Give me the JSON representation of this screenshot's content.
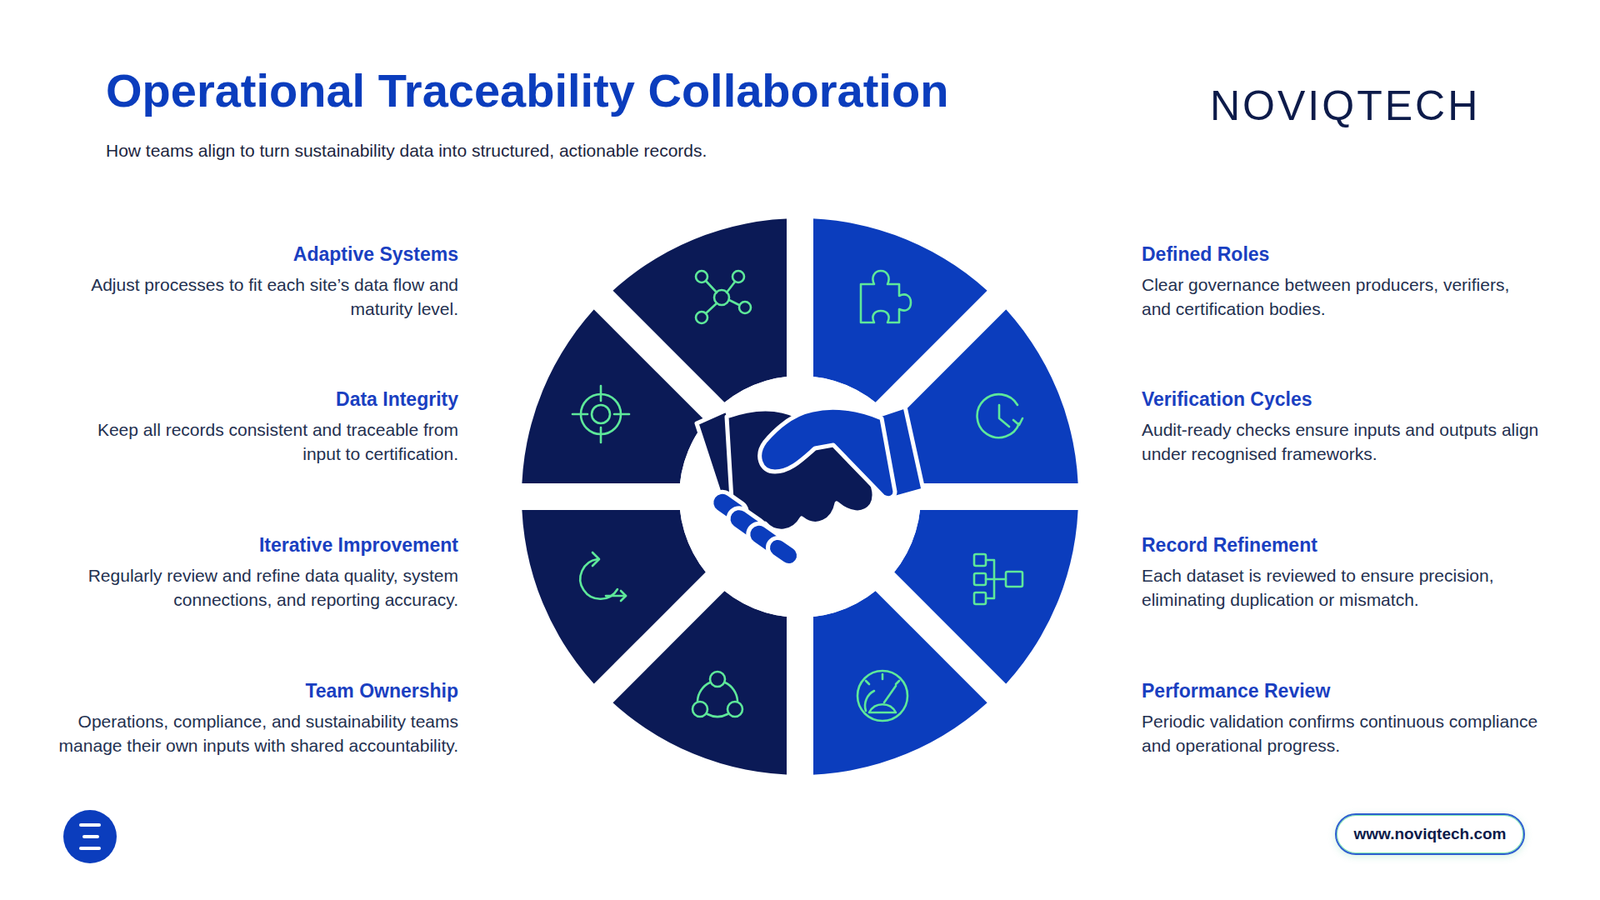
{
  "diagram": {
    "title": "Operational Traceability Collaboration",
    "caption": "How teams align to turn sustainability data into structured, actionable records.",
    "nodes": [
      {
        "text": [
          "Adaptive Systems",
          "Adjust processes to fit each site’s data flow and maturity level."
        ]
      },
      {
        "text": [
          "Defined Roles",
          "Clear governance between producers, verifiers, and certification bodies."
        ]
      },
      {
        "text": [
          "Data Integrity",
          "Keep all records consistent and traceable from input to certification."
        ]
      },
      {
        "text": [
          "Verification Cycles",
          "Audit-ready checks ensure inputs and outputs align under recognised frameworks."
        ]
      },
      {
        "text": [
          "Iterative Improvement",
          "Regularly review and refine data quality, system connections, and reporting accuracy."
        ]
      },
      {
        "text": [
          "Record Refinement",
          "Each dataset is reviewed to ensure precision, eliminating duplication or mismatch."
        ]
      },
      {
        "text": [
          "Team Ownership",
          "Operations, compliance, and sustainability teams manage their own inputs with shared accountability."
        ]
      },
      {
        "text": [
          "Performance Review",
          "Periodic validation confirms continuous compliance and operational progress."
        ]
      },
      {
        "text": [
          "www.noviqtech.com"
        ]
      }
    ],
    "labels": [
      "NOVIQTECH"
    ]
  }
}
